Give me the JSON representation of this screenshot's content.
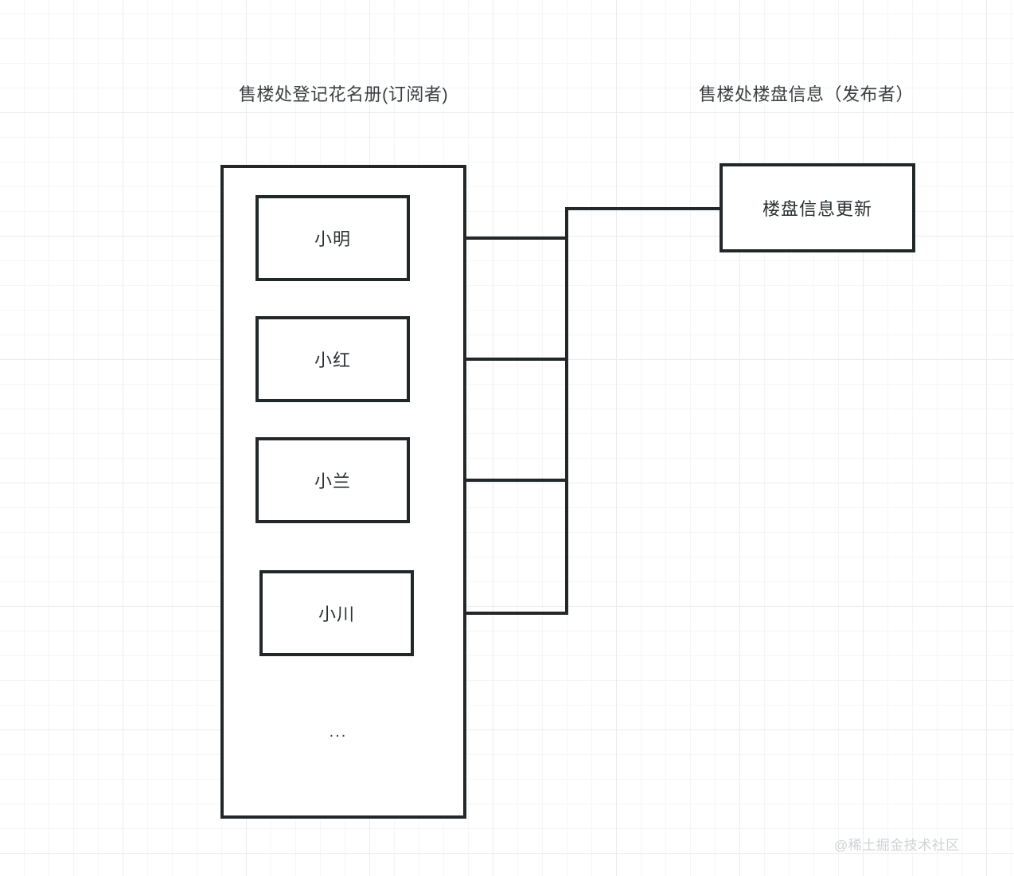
{
  "diagram": {
    "title_left": "售楼处登记花名册(订阅者)",
    "title_right": "售楼处楼盘信息（发布者）",
    "ellipsis": "...",
    "watermark": "@稀土掘金技术社区",
    "colors": {
      "stroke": "#22282a",
      "text": "#2a2f33",
      "title_text": "#3b3f42",
      "grid_minor": "#f6f6f6",
      "grid_major": "#ececec",
      "background": "#ffffff",
      "watermark": "#cfd2d6"
    }
  },
  "subscribers": {
    "panel_label": "售楼处登记花名册(订阅者)",
    "items": [
      {
        "label": "小明"
      },
      {
        "label": "小红"
      },
      {
        "label": "小兰"
      },
      {
        "label": "小川"
      }
    ],
    "more_indicator": "..."
  },
  "publisher": {
    "label": "售楼处楼盘信息（发布者）",
    "event_box": "楼盘信息更新"
  },
  "connections": [
    {
      "from": "楼盘信息更新",
      "to": "小明",
      "direction": "to-subscriber"
    },
    {
      "from": "楼盘信息更新",
      "to": "小红",
      "direction": "to-subscriber"
    },
    {
      "from": "楼盘信息更新",
      "to": "小兰",
      "direction": "to-subscriber"
    },
    {
      "from": "楼盘信息更新",
      "to": "小川",
      "direction": "to-subscriber"
    }
  ]
}
